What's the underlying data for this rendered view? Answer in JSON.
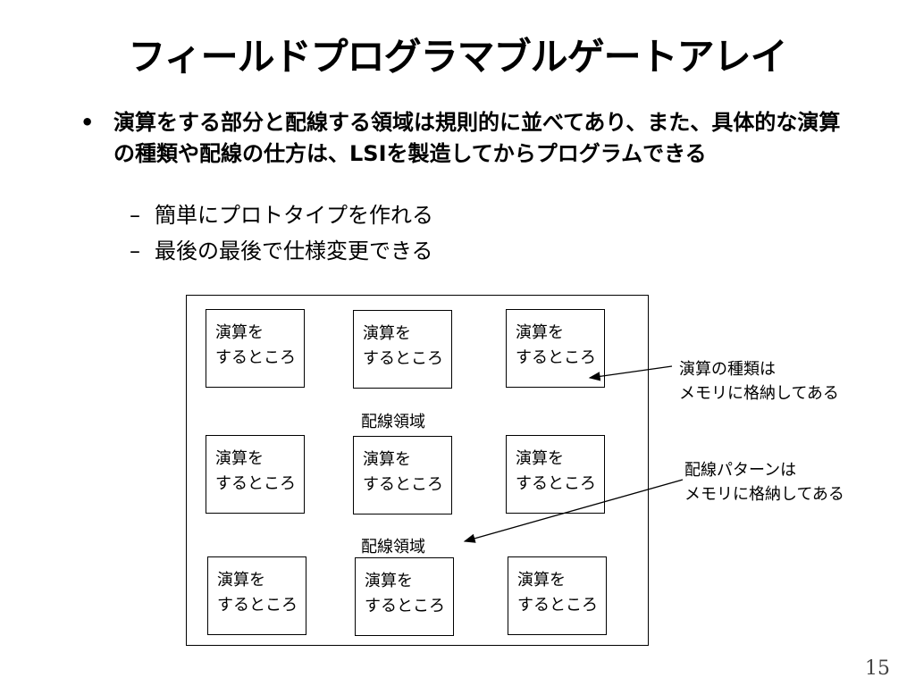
{
  "title": "フィールドプログラマブルゲートアレイ",
  "main_bullet": {
    "marker": "•",
    "text": "演算をする部分と配線する領域は規則的に並べてあり、また、具体的な演算の種類や配線の仕方は、LSIを製造してからプログラムできる"
  },
  "sub_bullets": [
    {
      "marker": "–",
      "text": "簡単にプロトタイプを作れる"
    },
    {
      "marker": "–",
      "text": "最後の最後で仕様変更できる"
    }
  ],
  "diagram": {
    "cells": [
      {
        "line1": "演算を",
        "line2": "するところ"
      },
      {
        "line1": "演算を",
        "line2": "するところ"
      },
      {
        "line1": "演算を",
        "line2": "するところ"
      },
      {
        "line1": "演算を",
        "line2": "するところ"
      },
      {
        "line1": "演算を",
        "line2": "するところ"
      },
      {
        "line1": "演算を",
        "line2": "するところ"
      },
      {
        "line1": "演算を",
        "line2": "するところ"
      },
      {
        "line1": "演算を",
        "line2": "するところ"
      },
      {
        "line1": "演算を",
        "line2": "するところ"
      }
    ],
    "region_labels": [
      "配線領域",
      "配線領域"
    ],
    "notes": [
      {
        "line1": "演算の種類は",
        "line2": "メモリに格納してある"
      },
      {
        "line1": "配線パターンは",
        "line2": "メモリに格納してある"
      }
    ]
  },
  "page_number": "15"
}
